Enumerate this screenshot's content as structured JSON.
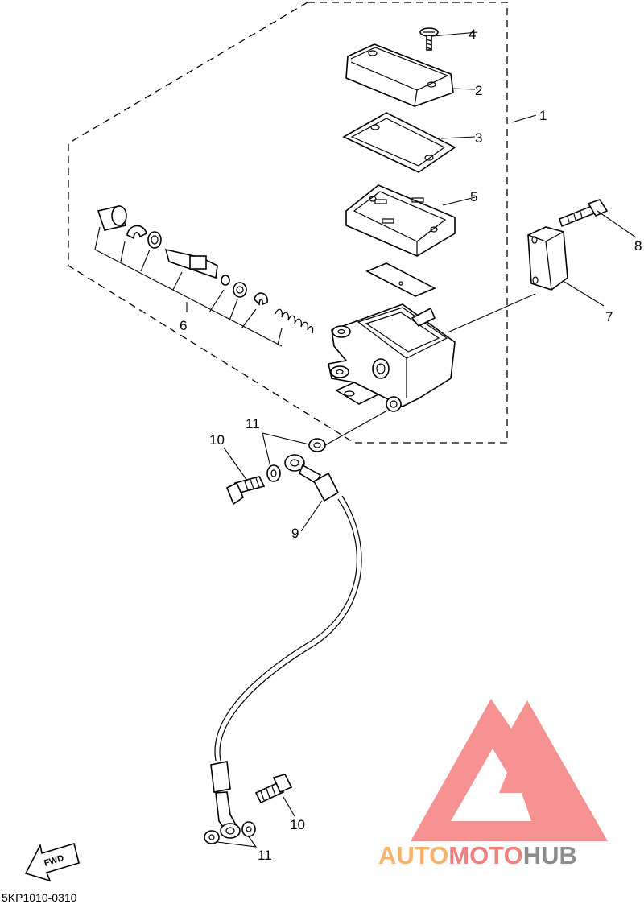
{
  "callouts": {
    "c1": "1",
    "c2": "2",
    "c3": "3",
    "c4": "4",
    "c5": "5",
    "c6": "6",
    "c7": "7",
    "c8": "8",
    "c9": "9",
    "c10a": "10",
    "c10b": "10",
    "c11a": "11",
    "c11b": "11"
  },
  "arrow_label": "FWD",
  "drawing_code": "5KP1010-0310",
  "watermark": {
    "auto": "AUTO",
    "moto": "MOTO",
    "hub": "HUB",
    "colors": {
      "auto": "#f6b26b",
      "moto": "#f08080",
      "hub": "#8c8c8c",
      "triangle": "#f47f7f"
    }
  }
}
